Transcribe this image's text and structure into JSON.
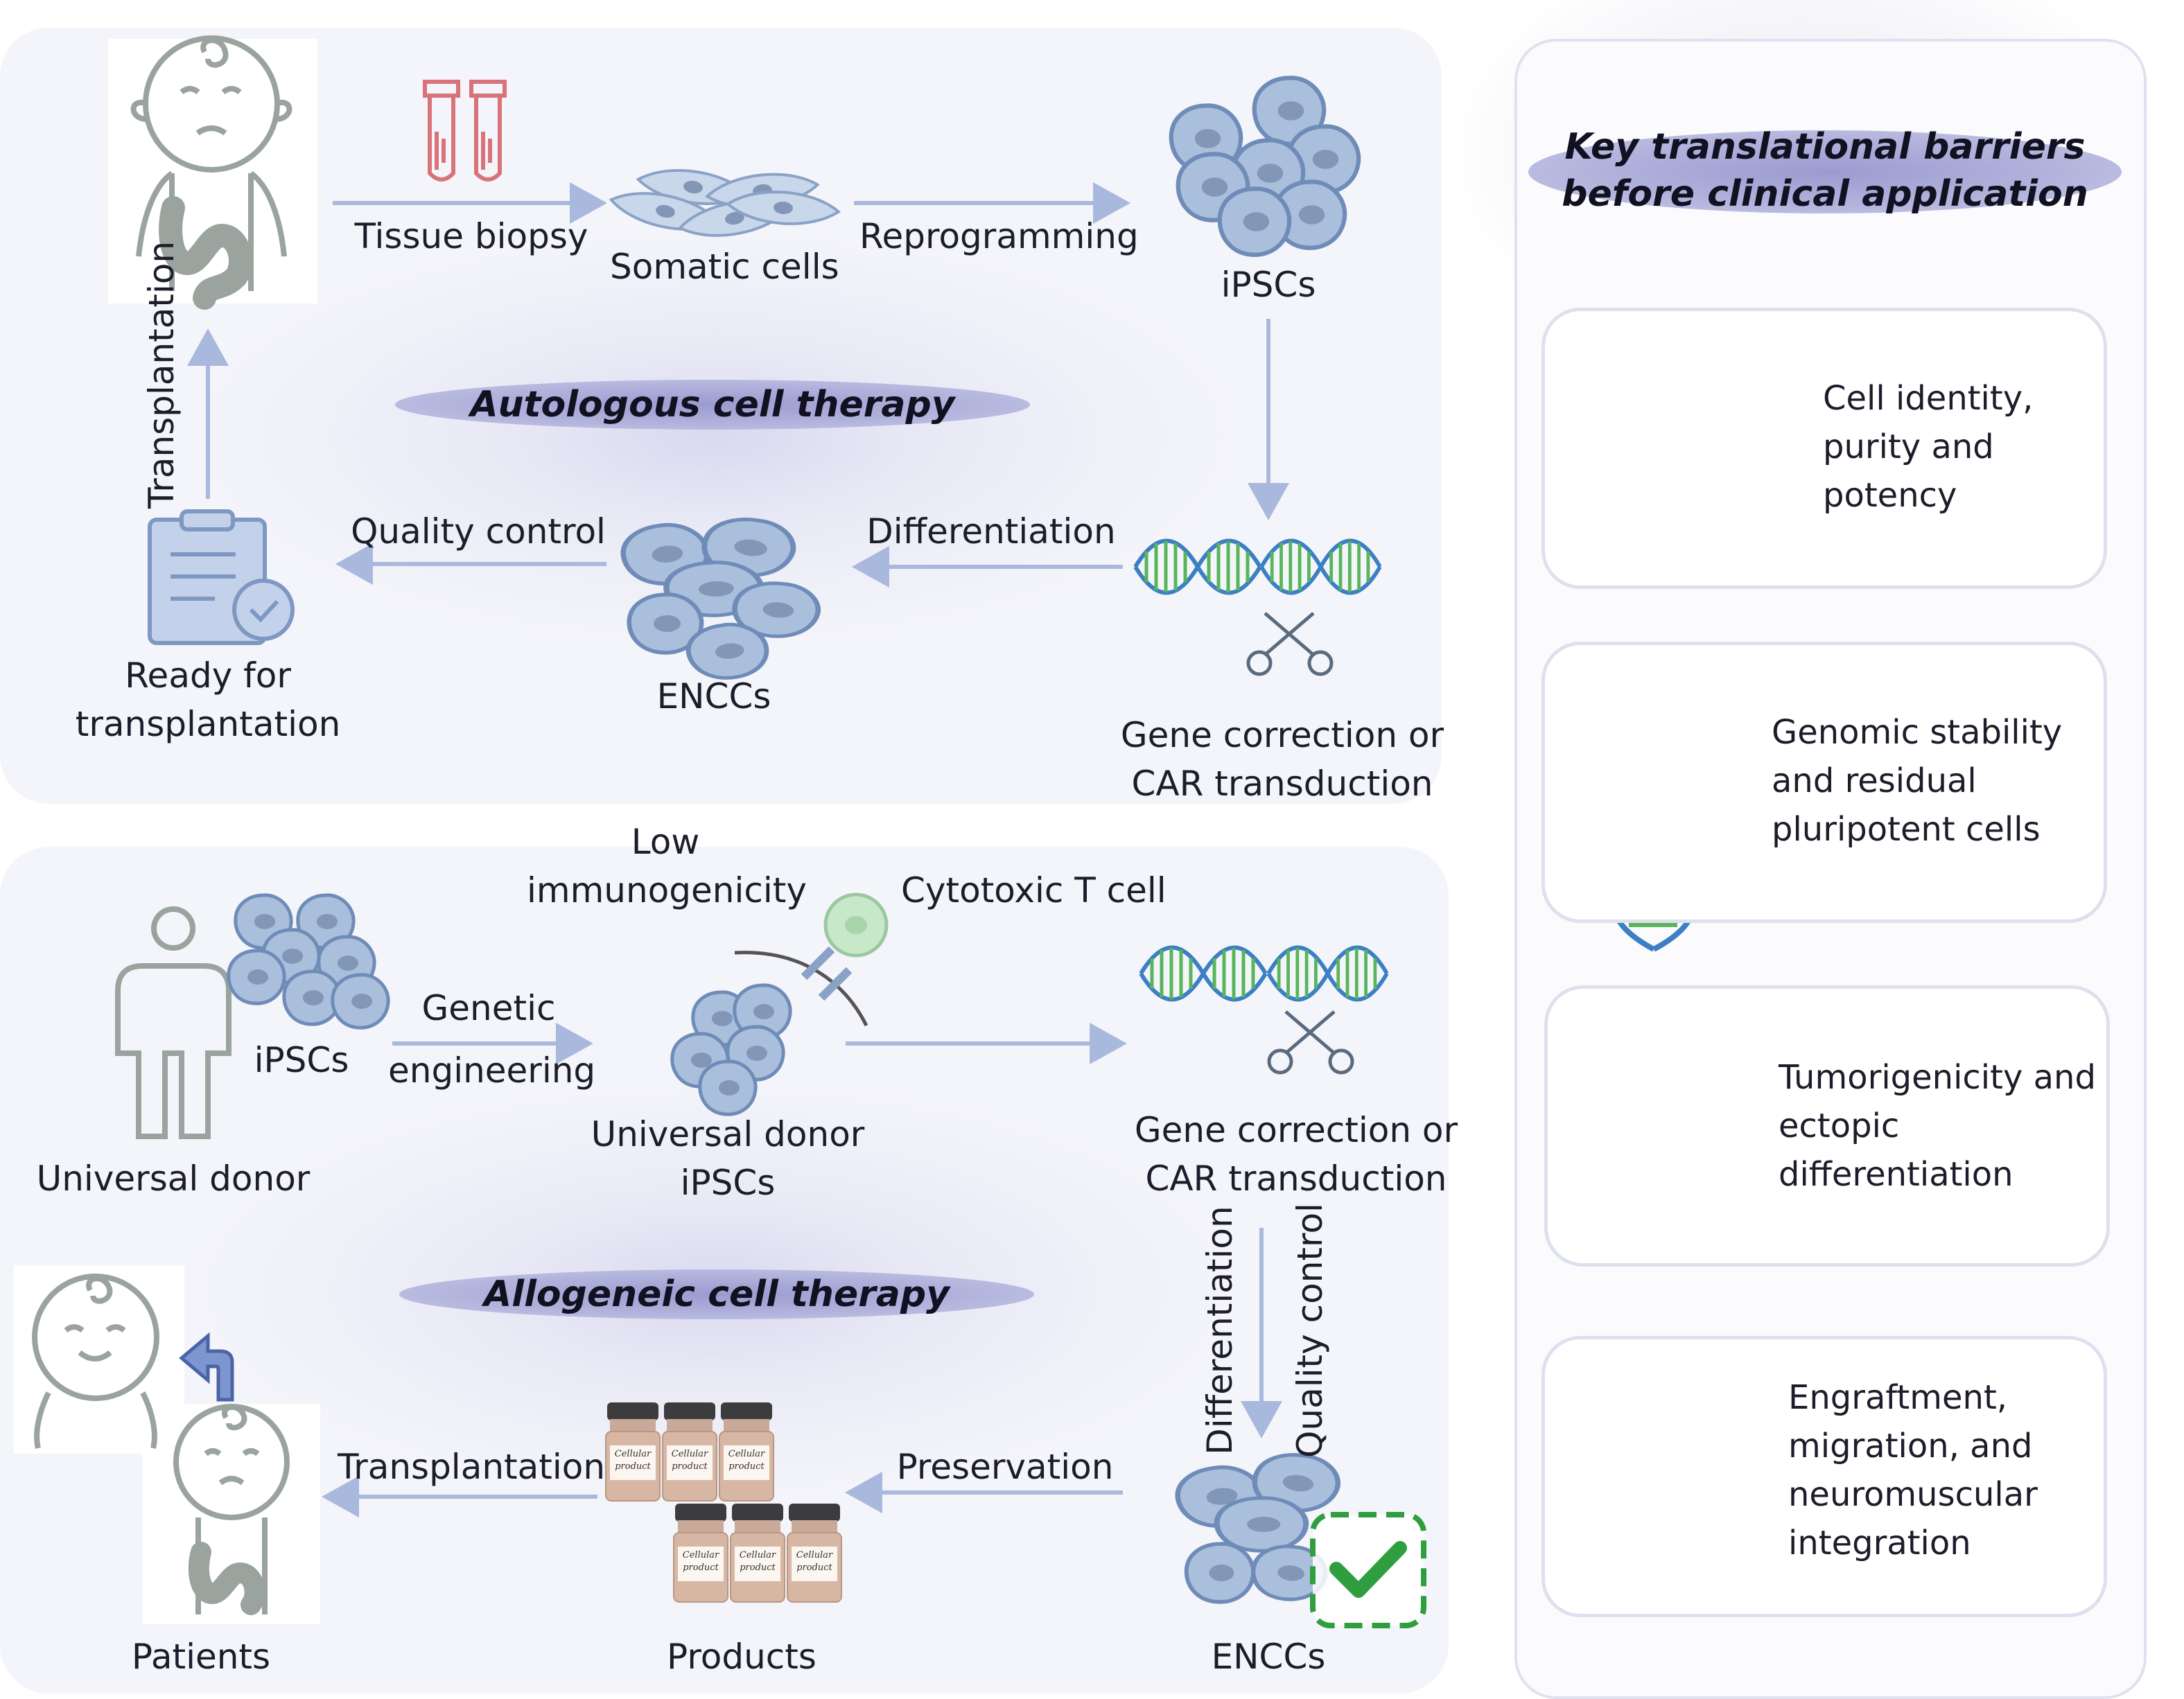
{
  "autologous": {
    "title": "Autologous cell therapy",
    "tissue_biopsy": "Tissue biopsy",
    "somatic_cells": "Somatic cells",
    "reprogramming": "Reprogramming",
    "ipscs": "iPSCs",
    "gene_correction": "Gene correction or",
    "car_transduction": "CAR transduction",
    "differentiation": "Differentiation",
    "enccs": "ENCCs",
    "quality_control": "Quality control",
    "ready_for": "Ready for",
    "transplantation_line": "transplantation",
    "transplantation": "Transplantation"
  },
  "allogeneic": {
    "title": "Allogeneic cell therapy",
    "universal_donor": "Universal donor",
    "ipscs": "iPSCs",
    "genetic": "Genetic",
    "engineering": "engineering",
    "low": "Low",
    "immunogenicity": "immunogenicity",
    "cytotoxic_t_cell": "Cytotoxic T cell",
    "universal_donor_line1": "Universal donor",
    "universal_donor_line2": "iPSCs",
    "gene_correction": "Gene correction or",
    "car_transduction": "CAR transduction",
    "differentiation": "Differentiation",
    "quality_control": "Quality control",
    "enccs": "ENCCs",
    "preservation": "Preservation",
    "products": "Products",
    "transplantation": "Transplantation",
    "patients": "Patients",
    "vial_label_1": "Cellular",
    "vial_label_2": "product"
  },
  "barriers": {
    "title_line1": "Key translational barriers",
    "title_line2": "before clinical application",
    "cards": [
      {
        "text": "Cell identity,\npurity and\npotency",
        "icon": "cell-culture-dish-icon"
      },
      {
        "text": "Genomic stability\nand residual\npluripotent cells",
        "icon": "dna-helix-icon"
      },
      {
        "text": "Tumorigenicity and\nectopic\ndifferentiation",
        "icon": "tumor-mass-icon"
      },
      {
        "text": "Engraftment,\nmigration, and\nneuromuscular\nintegration",
        "icon": "neurons-icon"
      }
    ]
  },
  "colors": {
    "arrow": "#a9b8dd",
    "cell_fill": "#a9bfdc",
    "cell_stroke": "#6f8cb8",
    "dna_blue": "#3b7fc4",
    "dna_green": "#58b55a",
    "banner": "#a9a9d8",
    "check_green": "#2e9e3f",
    "figure_gray": "#9aa39e",
    "tube_red": "#d9737a"
  }
}
